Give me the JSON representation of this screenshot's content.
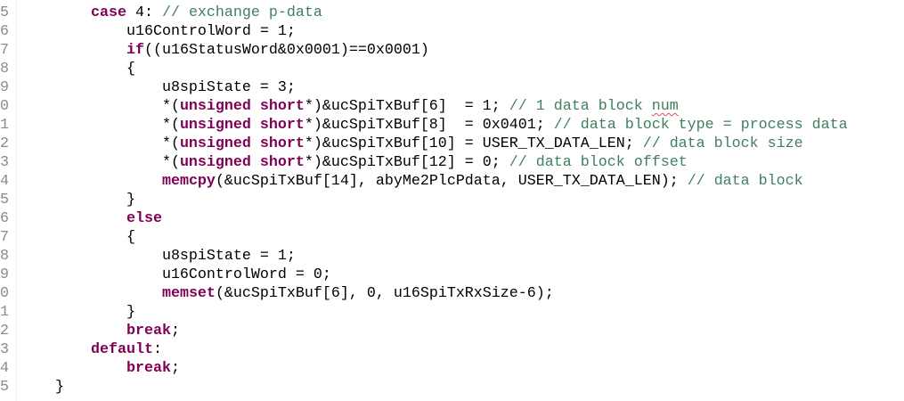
{
  "colors": {
    "keyword": "#7f0055",
    "comment": "#3f7f5f",
    "text": "#000000",
    "line_number": "#8a8a8a"
  },
  "lines": [
    {
      "n": "5",
      "tokens": [
        [
          "t",
          "    "
        ],
        [
          "k",
          "case"
        ],
        [
          "t",
          " 4: "
        ],
        [
          "c",
          "// exchange p-data"
        ]
      ]
    },
    {
      "n": "6",
      "tokens": [
        [
          "t",
          "        u16ControlWord = 1;"
        ]
      ]
    },
    {
      "n": "7",
      "tokens": [
        [
          "t",
          "        "
        ],
        [
          "k",
          "if"
        ],
        [
          "t",
          "((u16StatusWord&0x0001)==0x0001)"
        ]
      ]
    },
    {
      "n": "8",
      "tokens": [
        [
          "t",
          "        {"
        ]
      ]
    },
    {
      "n": "9",
      "tokens": [
        [
          "t",
          "            u8spiState = 3;"
        ]
      ]
    },
    {
      "n": "0",
      "tokens": [
        [
          "t",
          "            *("
        ],
        [
          "k",
          "unsigned short"
        ],
        [
          "t",
          "*)&ucSpiTxBuf[6]  = 1; "
        ],
        [
          "c",
          "// 1 data block "
        ],
        [
          "cs",
          "num"
        ]
      ]
    },
    {
      "n": "1",
      "tokens": [
        [
          "t",
          "            *("
        ],
        [
          "k",
          "unsigned short"
        ],
        [
          "t",
          "*)&ucSpiTxBuf[8]  = 0x0401; "
        ],
        [
          "c",
          "// data block type = process data"
        ]
      ]
    },
    {
      "n": "2",
      "tokens": [
        [
          "t",
          "            *("
        ],
        [
          "k",
          "unsigned short"
        ],
        [
          "t",
          "*)&ucSpiTxBuf[10] = USER_TX_DATA_LEN; "
        ],
        [
          "c",
          "// data block size"
        ]
      ]
    },
    {
      "n": "3",
      "tokens": [
        [
          "t",
          "            *("
        ],
        [
          "k",
          "unsigned short"
        ],
        [
          "t",
          "*)&ucSpiTxBuf[12] = 0; "
        ],
        [
          "c",
          "// data block offset"
        ]
      ]
    },
    {
      "n": "4",
      "tokens": [
        [
          "t",
          "            "
        ],
        [
          "k",
          "memcpy"
        ],
        [
          "t",
          "(&ucSpiTxBuf[14], abyMe2PlcPdata, USER_TX_DATA_LEN); "
        ],
        [
          "c",
          "// data block"
        ]
      ]
    },
    {
      "n": "5",
      "tokens": [
        [
          "t",
          "        }"
        ]
      ]
    },
    {
      "n": "6",
      "tokens": [
        [
          "t",
          "        "
        ],
        [
          "k",
          "else"
        ]
      ]
    },
    {
      "n": "7",
      "tokens": [
        [
          "t",
          "        {"
        ]
      ]
    },
    {
      "n": "8",
      "tokens": [
        [
          "t",
          "            u8spiState = 1;"
        ]
      ]
    },
    {
      "n": "9",
      "tokens": [
        [
          "t",
          "            u16ControlWord = 0;"
        ]
      ]
    },
    {
      "n": "0",
      "tokens": [
        [
          "t",
          "            "
        ],
        [
          "k",
          "memset"
        ],
        [
          "t",
          "(&ucSpiTxBuf[6], 0, u16SpiTxRxSize-6);"
        ]
      ]
    },
    {
      "n": "1",
      "tokens": [
        [
          "t",
          "        }"
        ]
      ]
    },
    {
      "n": "2",
      "tokens": [
        [
          "t",
          "        "
        ],
        [
          "k",
          "break"
        ],
        [
          "t",
          ";"
        ]
      ]
    },
    {
      "n": "3",
      "tokens": [
        [
          "t",
          "    "
        ],
        [
          "k",
          "default"
        ],
        [
          "t",
          ":"
        ]
      ]
    },
    {
      "n": "4",
      "tokens": [
        [
          "t",
          "        "
        ],
        [
          "k",
          "break"
        ],
        [
          "t",
          ";"
        ]
      ]
    },
    {
      "n": "5",
      "tokens": [
        [
          "t",
          "}"
        ]
      ]
    }
  ]
}
